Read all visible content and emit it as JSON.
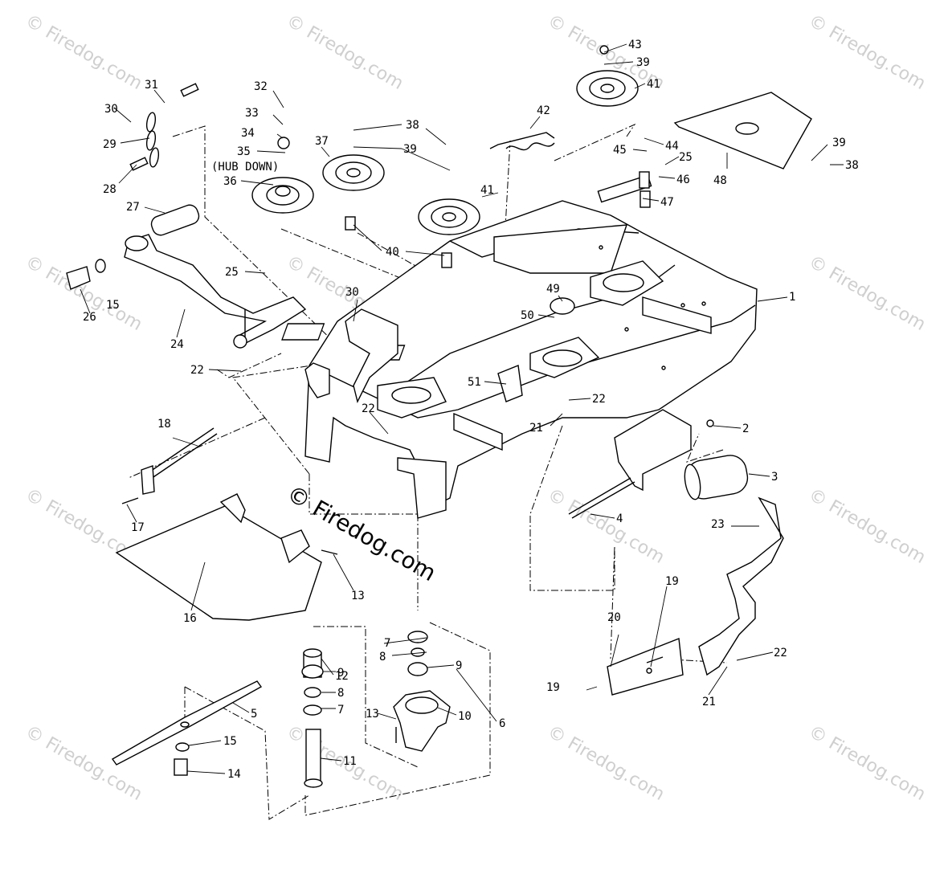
{
  "watermark": "© Firedog.com",
  "annotation_hub_down": "(HUB DOWN)",
  "callouts": [
    "1",
    "2",
    "3",
    "4",
    "5",
    "6",
    "7",
    "8",
    "9",
    "10",
    "11",
    "12",
    "13",
    "14",
    "15",
    "16",
    "17",
    "18",
    "19",
    "20",
    "21",
    "22",
    "23",
    "24",
    "25",
    "26",
    "27",
    "28",
    "29",
    "30",
    "31",
    "32",
    "33",
    "34",
    "35",
    "36",
    "37",
    "38",
    "39",
    "40",
    "41",
    "42",
    "43",
    "44",
    "45",
    "46",
    "47",
    "48",
    "49",
    "50",
    "51"
  ]
}
